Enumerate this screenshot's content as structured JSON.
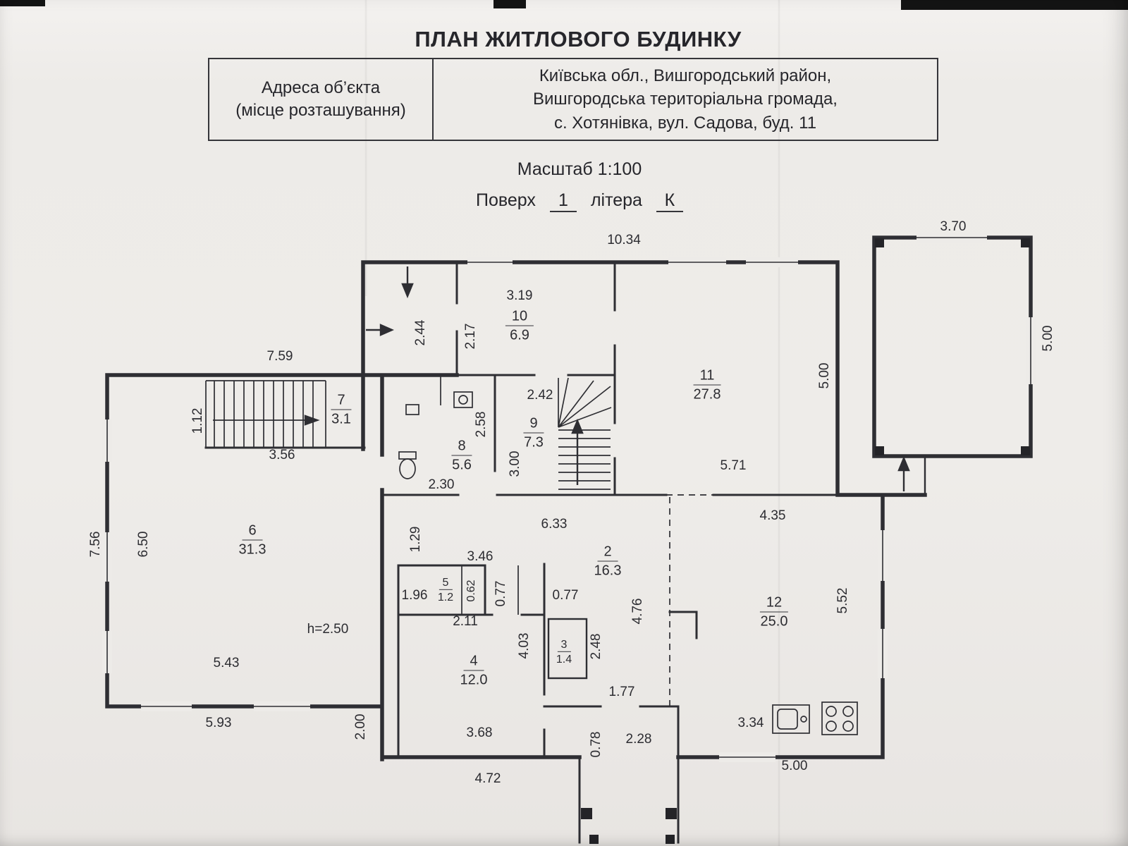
{
  "header": {
    "title": "ПЛАН ЖИТЛОВОГО БУДИНКУ",
    "address_label_line1": "Адреса об’єкта",
    "address_label_line2": "(місце розташування)",
    "address_value_line1": "Київська обл., Вишгородський район,",
    "address_value_line2": "Вишгородська територіальна громада,",
    "address_value_line3": "с. Хотянівка, вул. Садова, буд. 11",
    "scale": "Масштаб 1:100",
    "floor_label": "Поверх",
    "floor_value": "1",
    "letter_label": "літера",
    "letter_value": "К"
  },
  "rooms": [
    {
      "number": "10",
      "area": "6.9"
    },
    {
      "number": "11",
      "area": "27.8"
    },
    {
      "number": "7",
      "area": "3.1"
    },
    {
      "number": "9",
      "area": "7.3"
    },
    {
      "number": "8",
      "area": "5.6"
    },
    {
      "number": "6",
      "area": "31.3"
    },
    {
      "number": "2",
      "area": "16.3"
    },
    {
      "number": "5",
      "area": "1.2"
    },
    {
      "number": "12",
      "area": "25.0"
    },
    {
      "number": "3",
      "area": "1.4"
    },
    {
      "number": "4",
      "area": "12.0"
    }
  ],
  "dims": [
    "10.34",
    "3.70",
    "5.00",
    "3.19",
    "2.44",
    "2.17",
    "7.59",
    "5.00",
    "1.12",
    "2.42",
    "2.58",
    "3.00",
    "3.56",
    "5.71",
    "2.30",
    "7.56",
    "6.50",
    "1.29",
    "6.33",
    "4.35",
    "3.46",
    "1.96",
    "0.62",
    "0.77",
    "0.77",
    "4.76",
    "5.52",
    "2.11",
    "h=2.50",
    "4.03",
    "2.48",
    "5.43",
    "1.77",
    "5.93",
    "2.00",
    "3.68",
    "0.78",
    "2.28",
    "3.34",
    "4.72",
    "5.00"
  ],
  "colors": {
    "ink": "#26262b",
    "paper": "#edebe8",
    "line": "#2e2e33"
  }
}
